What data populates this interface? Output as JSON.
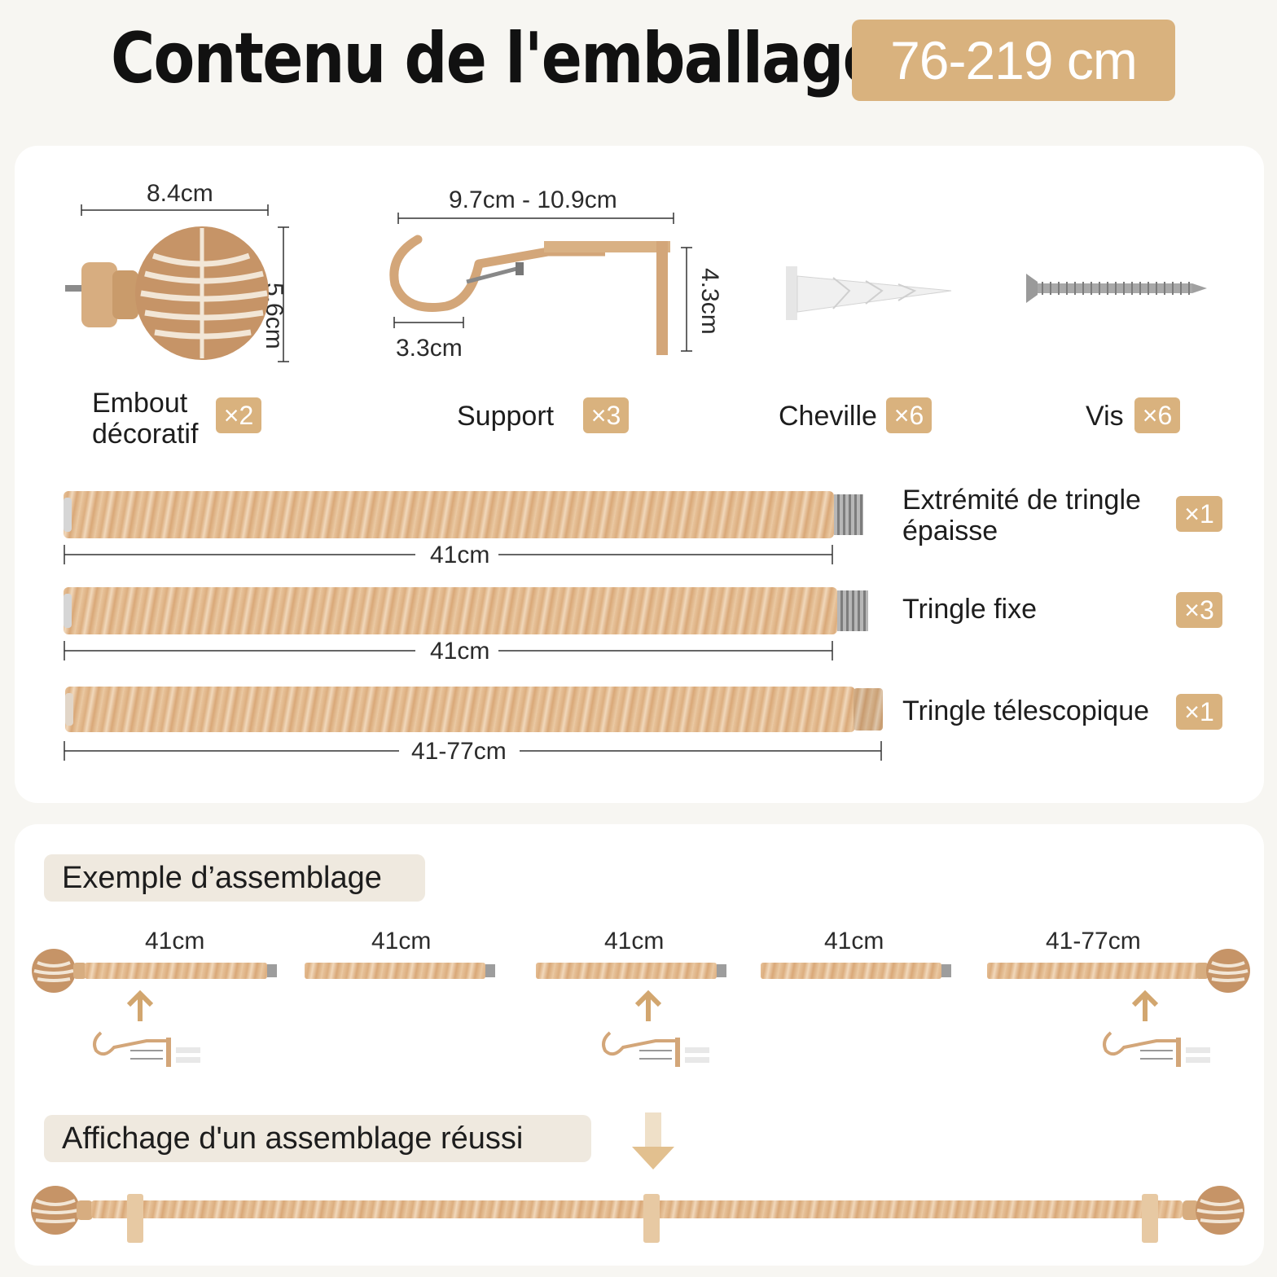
{
  "header": {
    "title": "Contenu de l'emballage",
    "range": "76-219 cm"
  },
  "parts": [
    {
      "id": "finial",
      "name": "Embout\ndécoratif",
      "qty": "×2",
      "dims": [
        "8.4cm",
        "5.6cm"
      ]
    },
    {
      "id": "bracket",
      "name": "Support",
      "qty": "×3",
      "dims": [
        "9.7cm - 10.9cm",
        "3.3cm",
        "4.3cm"
      ]
    },
    {
      "id": "anchor",
      "name": "Cheville",
      "qty": "×6"
    },
    {
      "id": "screw",
      "name": "Vis",
      "qty": "×6"
    }
  ],
  "rods": [
    {
      "name": "Extrémité de tringle\népaisse",
      "qty": "×1",
      "length": "41cm"
    },
    {
      "name": "Tringle fixe",
      "qty": "×3",
      "length": "41cm"
    },
    {
      "name": "Tringle télescopique",
      "qty": "×1",
      "length": "41-77cm"
    }
  ],
  "assembly": {
    "example_title": "Exemple d’assemblage",
    "segments": [
      "41cm",
      "41cm",
      "41cm",
      "41cm",
      "41-77cm"
    ],
    "success_title": "Affichage d'un assemblage réussi"
  },
  "colors": {
    "accent": "#d9b27e",
    "wood": "#e3b88a",
    "tag_bg": "#efe9df"
  }
}
